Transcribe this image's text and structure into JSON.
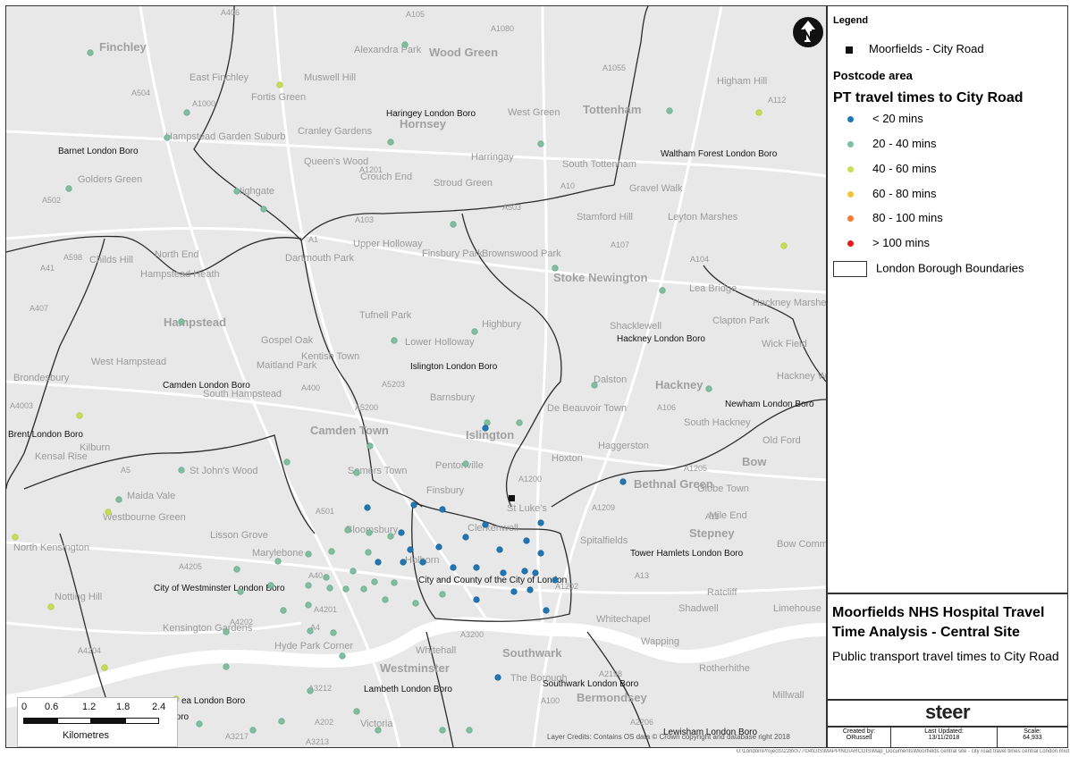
{
  "legend": {
    "title": "Legend",
    "site_label": "Moorfields - City Road",
    "area_heading": "Postcode area",
    "pt_heading": "PT travel times to City Road",
    "classes": [
      {
        "label": "< 20 mins",
        "color": "#1f78b4"
      },
      {
        "label": "20 - 40 mins",
        "color": "#7fbf9f"
      },
      {
        "label": "40 - 60 mins",
        "color": "#c7dd55"
      },
      {
        "label": "60 - 80 mins",
        "color": "#f5c33b"
      },
      {
        "label": "80 - 100 mins",
        "color": "#f07d30"
      },
      {
        "label": "> 100 mins",
        "color": "#e31a1c"
      }
    ],
    "boundary_label": "London Borough Boundaries"
  },
  "title_block": {
    "title": "Moorfields NHS Hospital Travel Time Analysis - Central Site",
    "subtitle": "Public transport travel times to City Road"
  },
  "logo": "steer",
  "meta": {
    "created_by_label": "Created by:",
    "created_by": "ORussell",
    "last_updated_label": "Last Updated:",
    "last_updated": "13/11/2018",
    "scale_label": "Scale:",
    "scale": "64,933"
  },
  "file_path": "U:\\London\\Projects\\228\\0\\77\\04\\GIS\\MAPPING\\ARCGIS\\Map_Documents\\Moorfields central site - city road travel times central London.mxd",
  "credits": "Layer Credits: Contains OS data © Crown copyright and database right 2018",
  "scalebar": {
    "ticks": [
      "0",
      "0.6",
      "1.2",
      "1.8",
      "2.4"
    ],
    "unit": "Kilometres"
  },
  "borough_labels": [
    "Barnet London Boro",
    "Haringey London Boro",
    "Waltham Forest London Boro",
    "Camden London Boro",
    "Islington London Boro",
    "Hackney London Boro",
    "Newham London Boro",
    "Brent London Boro",
    "Tower Hamlets London Boro",
    "City of Westminster London Boro",
    "City and County of the City of London",
    "Lambeth London Boro",
    "Southwark London Boro",
    "Lewisham London Boro",
    "ea London Boro",
    "Boro"
  ],
  "place_labels": [
    "Finchley",
    "East Finchley",
    "Muswell Hill",
    "Alexandra Park",
    "Wood Green",
    "Tottenham",
    "Higham Hill",
    "Fortis Green",
    "Hornsey",
    "West Green",
    "Hampstead Garden Suburb",
    "Cranley Gardens",
    "Harringay",
    "South Tottenham",
    "Queen's Wood",
    "Crouch End",
    "Stroud Green",
    "Golders Green",
    "Highgate",
    "Gravel Walk",
    "Stamford Hill",
    "Leyton Marshes",
    "Upper Holloway",
    "Brownswood Park",
    "North End",
    "Hampstead Heath",
    "Dartmouth Park",
    "Finsbury Park",
    "Stoke Newington",
    "Lea Bridge",
    "Childs Hill",
    "Tufnell Park",
    "Highbury",
    "Shacklewell",
    "Clapton Park",
    "Hampstead",
    "Gospel Oak",
    "Lower Holloway",
    "Kentish Town",
    "Maitland Park",
    "West Hampstead",
    "Brondesbury",
    "South Hampstead",
    "Barnsbury",
    "Dalston",
    "Hackney",
    "De Beauvoir Town",
    "South Hackney",
    "Camden Town",
    "Islington",
    "Haggerston",
    "Kilburn",
    "Kensal Rise",
    "Somers Town",
    "Pentonville",
    "Hoxton",
    "Bow",
    "St John's Wood",
    "Bethnal Green",
    "Globe Town",
    "Maida Vale",
    "Finsbury",
    "St Luke's",
    "Mile End",
    "Westbourne Green",
    "Lisson Grove",
    "Bloomsbury",
    "Clerkenwell",
    "Spitalfields",
    "Stepney",
    "North Kensington",
    "Marylebone",
    "Notting Hill",
    "Kensington Gardens",
    "Hyde Park Corner",
    "Whitechapel",
    "Westminster",
    "Whitehall",
    "Southwark",
    "Wapping",
    "Rotherhithe",
    "The Borough",
    "Bermondsey",
    "Millwall",
    "Victoria",
    "Holborn",
    "Wick Field",
    "Old Ford",
    "Hackney Marshes",
    "Hackney Wick",
    "Bow Common",
    "Ratcliff",
    "Shadwell",
    "Limehouse"
  ],
  "road_labels": [
    "A406",
    "A105",
    "A1080",
    "A1055",
    "A504",
    "A1000",
    "A112",
    "A598",
    "A502",
    "A1201",
    "A10",
    "A503",
    "A107",
    "A104",
    "A41",
    "A1",
    "A103",
    "A5200",
    "A106",
    "A407",
    "A5203",
    "A1200",
    "A1205",
    "A4003",
    "A5",
    "A501",
    "A1209",
    "A11",
    "A4205",
    "A40",
    "A1202",
    "A13",
    "A4202",
    "A4201",
    "A3200",
    "A4204",
    "A3212",
    "A202",
    "A2198",
    "A100",
    "A2206",
    "A3217",
    "A3213",
    "A400",
    "A4"
  ]
}
